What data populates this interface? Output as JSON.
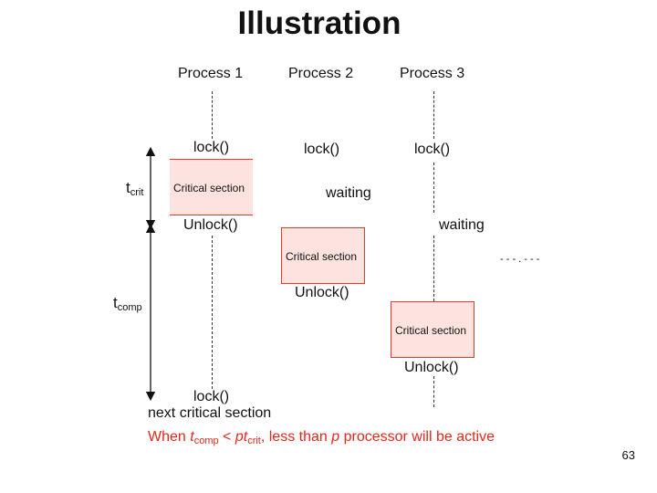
{
  "title": "Illustration",
  "processes": [
    "Process 1",
    "Process 2",
    "Process 3"
  ],
  "labels": {
    "lock": "lock()",
    "unlock": "Unlock()",
    "waiting": "waiting",
    "critical_section": "Critical section",
    "next_critical_section": "next critical section",
    "ellipsis": "- - - . - - -"
  },
  "time_labels": {
    "crit_symbol": "t",
    "crit_sub": "crit",
    "comp_symbol": "t",
    "comp_sub": "comp"
  },
  "note": {
    "pre": "When ",
    "t": "t",
    "comp": "comp",
    "lt": " < ",
    "pt": "pt",
    "crit": "crit",
    "post": ", less than ",
    "p": "p",
    "tail": " processor will be active"
  },
  "page_number": "63",
  "colors": {
    "critical_fill": "#fde3df",
    "critical_border": "#e03a2a",
    "note_text": "#e0291b"
  }
}
